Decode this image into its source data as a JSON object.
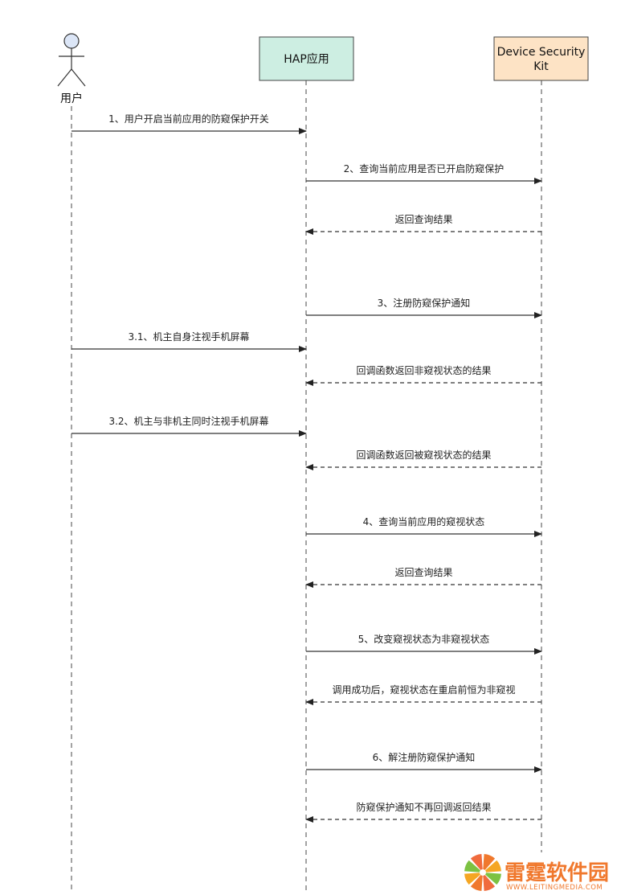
{
  "participants": [
    {
      "id": "user",
      "label": "用户",
      "kind": "actor",
      "fill": "#dce6f7",
      "stroke": "#333333"
    },
    {
      "id": "hap",
      "label": "HAP应用",
      "kind": "box",
      "fill": "#cdeee2",
      "stroke": "#444444"
    },
    {
      "id": "dsk",
      "label": "Device Security\nKit",
      "kind": "box",
      "fill": "#fde3c5",
      "stroke": "#444444"
    }
  ],
  "messages": [
    {
      "from": "user",
      "to": "hap",
      "label": "1、用户开启当前应用的防窥保护开关",
      "style": "solid"
    },
    {
      "from": "hap",
      "to": "dsk",
      "label": "2、查询当前应用是否已开启防窥保护",
      "style": "solid"
    },
    {
      "from": "dsk",
      "to": "hap",
      "label": "返回查询结果",
      "style": "dashed"
    },
    {
      "from": "hap",
      "to": "dsk",
      "label": "3、注册防窥保护通知",
      "style": "solid"
    },
    {
      "from": "user",
      "to": "hap",
      "label": "3.1、机主自身注视手机屏幕",
      "style": "solid"
    },
    {
      "from": "dsk",
      "to": "hap",
      "label": "回调函数返回非窥视状态的结果",
      "style": "dashed"
    },
    {
      "from": "user",
      "to": "hap",
      "label": "3.2、机主与非机主同时注视手机屏幕",
      "style": "solid"
    },
    {
      "from": "dsk",
      "to": "hap",
      "label": "回调函数返回被窥视状态的结果",
      "style": "dashed"
    },
    {
      "from": "hap",
      "to": "dsk",
      "label": "4、查询当前应用的窥视状态",
      "style": "solid"
    },
    {
      "from": "dsk",
      "to": "hap",
      "label": "返回查询结果",
      "style": "dashed"
    },
    {
      "from": "hap",
      "to": "dsk",
      "label": "5、改变窥视状态为非窥视状态",
      "style": "solid"
    },
    {
      "from": "dsk",
      "to": "hap",
      "label": "调用成功后，窥视状态在重启前恒为非窥视",
      "style": "dashed"
    },
    {
      "from": "hap",
      "to": "dsk",
      "label": "6、解注册防窥保护通知",
      "style": "solid"
    },
    {
      "from": "dsk",
      "to": "hap",
      "label": "防窥保护通知不再回调返回结果",
      "style": "dashed"
    }
  ],
  "watermark": {
    "title": "雷霆软件园",
    "url": "WWW.LEITINGMEDIA.COM",
    "colors": [
      "#f0782d",
      "#f5a623",
      "#7cc242",
      "#f06b3d"
    ]
  }
}
